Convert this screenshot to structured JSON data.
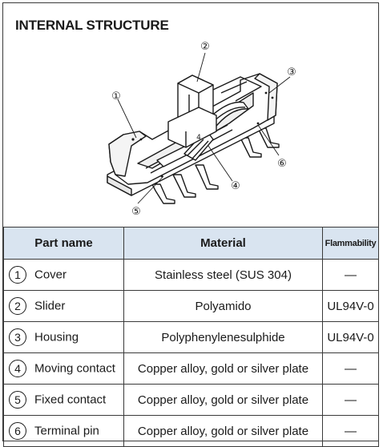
{
  "title": "INTERNAL STRUCTURE",
  "diagram": {
    "callouts": [
      "①",
      "②",
      "③",
      "④",
      "⑤",
      "⑥"
    ],
    "contact_label": "4"
  },
  "table": {
    "headers": {
      "part_name": "Part name",
      "material": "Material",
      "flammability": "Flammability"
    },
    "rows": [
      {
        "number": "1",
        "name": "Cover",
        "material": "Stainless steel (SUS 304)",
        "flammability": "—"
      },
      {
        "number": "2",
        "name": "Slider",
        "material": "Polyamido",
        "flammability": "UL94V-0"
      },
      {
        "number": "3",
        "name": "Housing",
        "material": "Polyphenylenesulphide",
        "flammability": "UL94V-0"
      },
      {
        "number": "4",
        "name": "Moving contact",
        "material": "Copper alloy, gold or silver plate",
        "flammability": "—"
      },
      {
        "number": "5",
        "name": "Fixed contact",
        "material": "Copper alloy, gold or silver plate",
        "flammability": "—"
      },
      {
        "number": "6",
        "name": "Terminal pin",
        "material": "Copper alloy, gold or silver plate",
        "flammability": "—"
      }
    ]
  }
}
